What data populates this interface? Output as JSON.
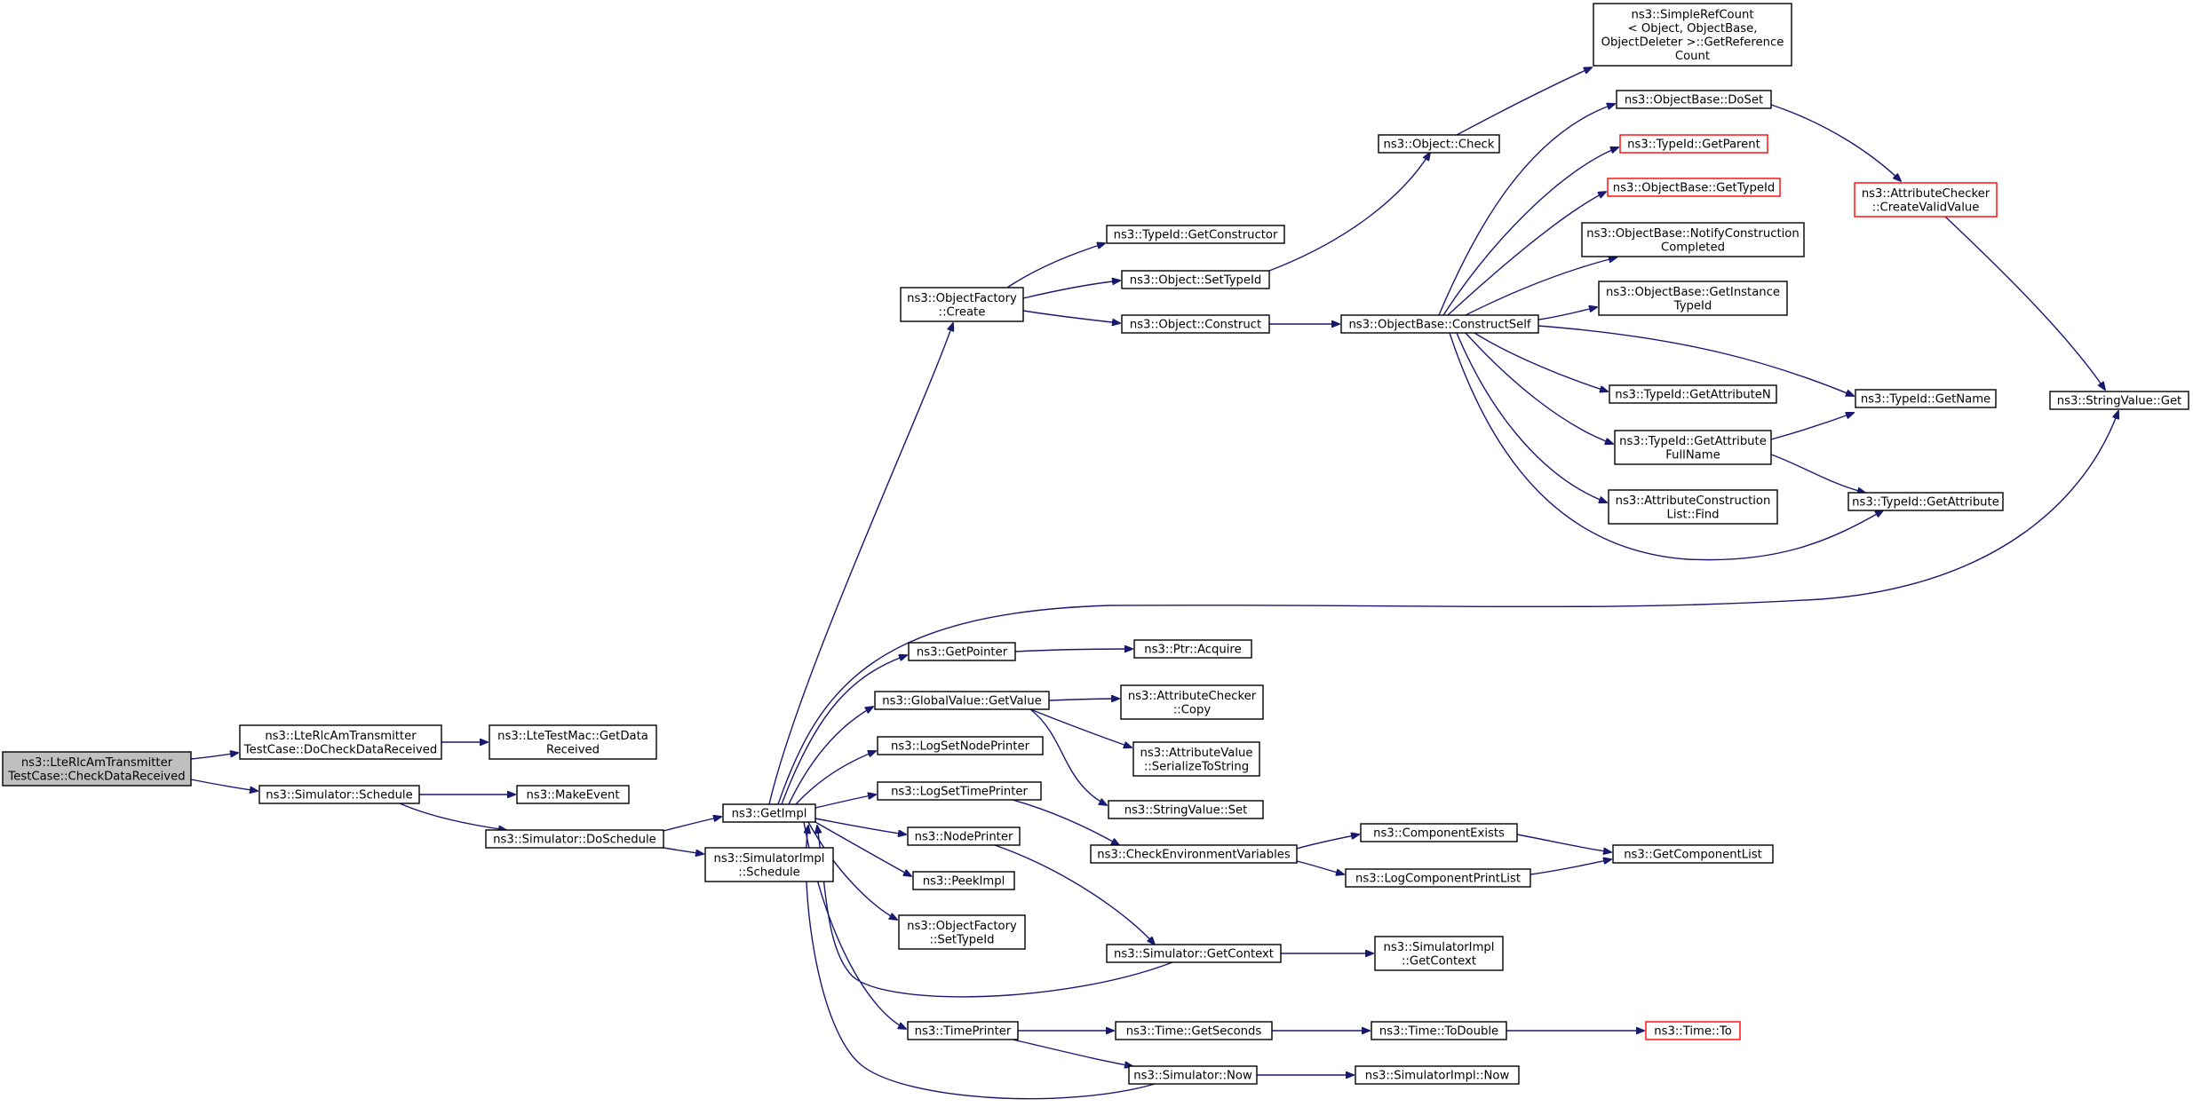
{
  "colors": {
    "edge": "#191970",
    "root_fill": "#bfbfbf",
    "truncated_border": "#ff0000"
  },
  "nodes": [
    {
      "id": "root",
      "lines": [
        "ns3::LteRlcAmTransmitter",
        "TestCase::CheckDataReceived"
      ],
      "style": "root"
    },
    {
      "id": "doCheck",
      "lines": [
        "ns3::LteRlcAmTransmitter",
        "TestCase::DoCheckDataReceived"
      ]
    },
    {
      "id": "getData",
      "lines": [
        "ns3::LteTestMac::GetData",
        "Received"
      ]
    },
    {
      "id": "schedule",
      "lines": [
        "ns3::Simulator::Schedule"
      ]
    },
    {
      "id": "makeEvent",
      "lines": [
        "ns3::MakeEvent"
      ]
    },
    {
      "id": "doSchedule",
      "lines": [
        "ns3::Simulator::DoSchedule"
      ]
    },
    {
      "id": "getImpl",
      "lines": [
        "ns3::GetImpl"
      ]
    },
    {
      "id": "simImplSchedule",
      "lines": [
        "ns3::SimulatorImpl",
        "::Schedule"
      ]
    },
    {
      "id": "objFactoryCreate",
      "lines": [
        "ns3::ObjectFactory",
        "::Create"
      ]
    },
    {
      "id": "getConstructor",
      "lines": [
        "ns3::TypeId::GetConstructor"
      ]
    },
    {
      "id": "objSetTypeId",
      "lines": [
        "ns3::Object::SetTypeId"
      ]
    },
    {
      "id": "objConstruct",
      "lines": [
        "ns3::Object::Construct"
      ]
    },
    {
      "id": "objCheck",
      "lines": [
        "ns3::Object::Check"
      ]
    },
    {
      "id": "simpleRefCount",
      "lines": [
        "ns3::SimpleRefCount",
        "< Object, ObjectBase,",
        "ObjectDeleter >::GetReference",
        "Count"
      ]
    },
    {
      "id": "constructSelf",
      "lines": [
        "ns3::ObjectBase::ConstructSelf"
      ]
    },
    {
      "id": "doSet",
      "lines": [
        "ns3::ObjectBase::DoSet"
      ]
    },
    {
      "id": "getParent",
      "lines": [
        "ns3::TypeId::GetParent"
      ],
      "style": "truncated"
    },
    {
      "id": "getTypeIdOB",
      "lines": [
        "ns3::ObjectBase::GetTypeId"
      ],
      "style": "truncated"
    },
    {
      "id": "notifyConstruction",
      "lines": [
        "ns3::ObjectBase::NotifyConstruction",
        "Completed"
      ]
    },
    {
      "id": "getInstanceTypeId",
      "lines": [
        "ns3::ObjectBase::GetInstance",
        "TypeId"
      ]
    },
    {
      "id": "getAttributeN",
      "lines": [
        "ns3::TypeId::GetAttributeN"
      ]
    },
    {
      "id": "getAttributeFullName",
      "lines": [
        "ns3::TypeId::GetAttribute",
        "FullName"
      ]
    },
    {
      "id": "attrConstructionFind",
      "lines": [
        "ns3::AttributeConstruction",
        "List::Find"
      ]
    },
    {
      "id": "createValidValue",
      "lines": [
        "ns3::AttributeChecker",
        "::CreateValidValue"
      ],
      "style": "truncated"
    },
    {
      "id": "typeIdGetName",
      "lines": [
        "ns3::TypeId::GetName"
      ]
    },
    {
      "id": "typeIdGetAttribute",
      "lines": [
        "ns3::TypeId::GetAttribute"
      ]
    },
    {
      "id": "stringValueGet",
      "lines": [
        "ns3::StringValue::Get"
      ]
    },
    {
      "id": "getPointer",
      "lines": [
        "ns3::GetPointer"
      ]
    },
    {
      "id": "ptrAcquire",
      "lines": [
        "ns3::Ptr::Acquire"
      ]
    },
    {
      "id": "globalGetValue",
      "lines": [
        "ns3::GlobalValue::GetValue"
      ]
    },
    {
      "id": "attrCheckerCopy",
      "lines": [
        "ns3::AttributeChecker",
        "::Copy"
      ]
    },
    {
      "id": "attrValueSerialize",
      "lines": [
        "ns3::AttributeValue",
        "::SerializeToString"
      ]
    },
    {
      "id": "stringValueSet",
      "lines": [
        "ns3::StringValue::Set"
      ]
    },
    {
      "id": "logSetNodePrinter",
      "lines": [
        "ns3::LogSetNodePrinter"
      ]
    },
    {
      "id": "logSetTimePrinter",
      "lines": [
        "ns3::LogSetTimePrinter"
      ]
    },
    {
      "id": "checkEnvVars",
      "lines": [
        "ns3::CheckEnvironmentVariables"
      ]
    },
    {
      "id": "componentExists",
      "lines": [
        "ns3::ComponentExists"
      ]
    },
    {
      "id": "logComponentPrintList",
      "lines": [
        "ns3::LogComponentPrintList"
      ]
    },
    {
      "id": "getComponentList",
      "lines": [
        "ns3::GetComponentList"
      ]
    },
    {
      "id": "nodePrinter",
      "lines": [
        "ns3::NodePrinter"
      ]
    },
    {
      "id": "peekImpl",
      "lines": [
        "ns3::PeekImpl"
      ]
    },
    {
      "id": "objFactorySetTypeId",
      "lines": [
        "ns3::ObjectFactory",
        "::SetTypeId"
      ]
    },
    {
      "id": "simGetContext",
      "lines": [
        "ns3::Simulator::GetContext"
      ]
    },
    {
      "id": "simImplGetContext",
      "lines": [
        "ns3::SimulatorImpl",
        "::GetContext"
      ]
    },
    {
      "id": "timePrinter",
      "lines": [
        "ns3::TimePrinter"
      ]
    },
    {
      "id": "timeGetSeconds",
      "lines": [
        "ns3::Time::GetSeconds"
      ]
    },
    {
      "id": "timeToDouble",
      "lines": [
        "ns3::Time::ToDouble"
      ]
    },
    {
      "id": "timeTo",
      "lines": [
        "ns3::Time::To"
      ],
      "style": "truncated"
    },
    {
      "id": "simNow",
      "lines": [
        "ns3::Simulator::Now"
      ]
    },
    {
      "id": "simImplNow",
      "lines": [
        "ns3::SimulatorImpl::Now"
      ]
    }
  ],
  "edges": [
    [
      "root",
      "doCheck"
    ],
    [
      "root",
      "schedule"
    ],
    [
      "doCheck",
      "getData"
    ],
    [
      "schedule",
      "makeEvent"
    ],
    [
      "schedule",
      "doSchedule"
    ],
    [
      "doSchedule",
      "getImpl"
    ],
    [
      "doSchedule",
      "simImplSchedule"
    ],
    [
      "getImpl",
      "objFactoryCreate"
    ],
    [
      "getImpl",
      "stringValueGet"
    ],
    [
      "getImpl",
      "getPointer"
    ],
    [
      "getImpl",
      "globalGetValue"
    ],
    [
      "getImpl",
      "logSetNodePrinter"
    ],
    [
      "getImpl",
      "logSetTimePrinter"
    ],
    [
      "getImpl",
      "nodePrinter"
    ],
    [
      "getImpl",
      "peekImpl"
    ],
    [
      "getImpl",
      "objFactorySetTypeId"
    ],
    [
      "getImpl",
      "timePrinter"
    ],
    [
      "objFactoryCreate",
      "getConstructor"
    ],
    [
      "objFactoryCreate",
      "objSetTypeId"
    ],
    [
      "objFactoryCreate",
      "objConstruct"
    ],
    [
      "objSetTypeId",
      "objCheck"
    ],
    [
      "objCheck",
      "simpleRefCount"
    ],
    [
      "objConstruct",
      "constructSelf"
    ],
    [
      "constructSelf",
      "doSet"
    ],
    [
      "constructSelf",
      "getParent"
    ],
    [
      "constructSelf",
      "getTypeIdOB"
    ],
    [
      "constructSelf",
      "notifyConstruction"
    ],
    [
      "constructSelf",
      "getInstanceTypeId"
    ],
    [
      "constructSelf",
      "getAttributeN"
    ],
    [
      "constructSelf",
      "getAttributeFullName"
    ],
    [
      "constructSelf",
      "attrConstructionFind"
    ],
    [
      "constructSelf",
      "typeIdGetName"
    ],
    [
      "constructSelf",
      "typeIdGetAttribute"
    ],
    [
      "doSet",
      "createValidValue"
    ],
    [
      "createValidValue",
      "stringValueGet"
    ],
    [
      "getAttributeFullName",
      "typeIdGetName"
    ],
    [
      "getAttributeFullName",
      "typeIdGetAttribute"
    ],
    [
      "getPointer",
      "ptrAcquire"
    ],
    [
      "globalGetValue",
      "attrCheckerCopy"
    ],
    [
      "globalGetValue",
      "attrValueSerialize"
    ],
    [
      "globalGetValue",
      "stringValueSet"
    ],
    [
      "logSetTimePrinter",
      "checkEnvVars"
    ],
    [
      "checkEnvVars",
      "componentExists"
    ],
    [
      "checkEnvVars",
      "logComponentPrintList"
    ],
    [
      "componentExists",
      "getComponentList"
    ],
    [
      "logComponentPrintList",
      "getComponentList"
    ],
    [
      "nodePrinter",
      "simGetContext"
    ],
    [
      "simGetContext",
      "simImplGetContext"
    ],
    [
      "simGetContext",
      "getImpl"
    ],
    [
      "timePrinter",
      "timeGetSeconds"
    ],
    [
      "timePrinter",
      "simNow"
    ],
    [
      "timeGetSeconds",
      "timeToDouble"
    ],
    [
      "timeToDouble",
      "timeTo"
    ],
    [
      "simNow",
      "simImplNow"
    ],
    [
      "simNow",
      "getImpl"
    ]
  ]
}
